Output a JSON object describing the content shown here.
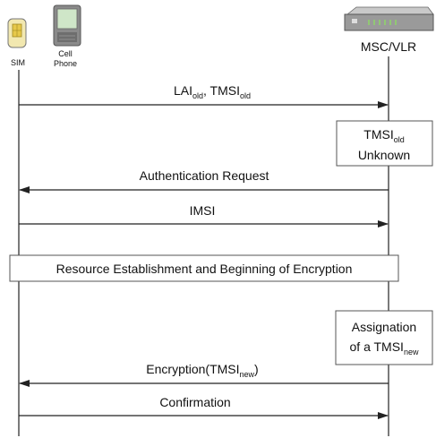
{
  "participants": {
    "sim": "SIM",
    "cell_phone_line1": "Cell",
    "cell_phone_line2": "Phone",
    "msc": "MSC/VLR"
  },
  "messages": {
    "m1": {
      "prefix": "LAI",
      "prefix_sub": "old",
      "sep": ", TMSI",
      "sep_sub": "old"
    },
    "m2": {
      "text": "Authentication Request"
    },
    "m3": {
      "text": "IMSI"
    },
    "m4": {
      "text": "Encryption(TMSI",
      "sub": "new",
      "suffix": ")"
    },
    "m5": {
      "text": "Confirmation"
    }
  },
  "boxes": {
    "tmsi_unknown": {
      "line1": "TMSI",
      "line1_sub": "old",
      "line2": "Unknown"
    },
    "resource": {
      "text": "Resource Establishment and Beginning of Encryption"
    },
    "assignation": {
      "line1": "Assignation",
      "line2": "of a TMSI",
      "line2_sub": "new"
    }
  },
  "colors": {
    "line": "#222222",
    "box_border": "#555555",
    "sim_body": "#f2e8b0",
    "phone_screen": "#cfe6c8",
    "device_body": "#9a9a9a"
  }
}
